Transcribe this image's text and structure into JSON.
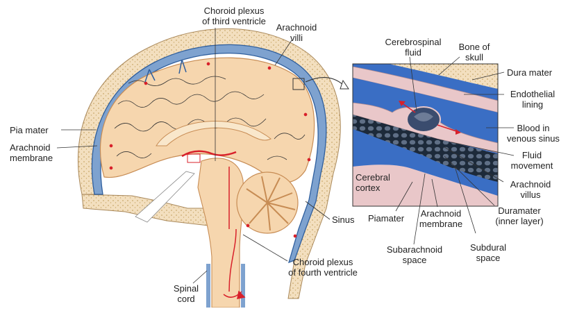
{
  "colors": {
    "skull": "#f3dfbf",
    "bone_dot": "#c9a96a",
    "csf_blue": "#7ea2cf",
    "csf_dark": "#2f5f9e",
    "brain": "#f6d6ae",
    "brain_shade": "#dcab78",
    "gyri_line": "#c78c54",
    "flow_red": "#d8202a",
    "inset_bg": "#3a6ec4",
    "dura_pink": "#e9c7c9"
  },
  "labels": {
    "choroid_third": [
      "Choroid plexus",
      "of third ventricle"
    ],
    "arachnoid_villi": [
      "Arachnoid",
      "villi"
    ],
    "pia_mater": "Pia mater",
    "arachnoid_membrane": [
      "Arachnoid",
      "membrane"
    ],
    "sinus": "Sinus",
    "choroid_fourth": [
      "Choroid plexus",
      "of fourth ventricle"
    ],
    "spinal_cord": [
      "Spinal",
      "cord"
    ],
    "csf": [
      "Cerebrospinal",
      "fluid"
    ],
    "bone_of_skull": [
      "Bone of",
      "skull"
    ],
    "dura_mater": "Dura mater",
    "endothelial_lining": [
      "Endothelial",
      "lining"
    ],
    "blood_venous_sinus": [
      "Blood in",
      "venous sinus"
    ],
    "fluid_movement": [
      "Fluid",
      "movement"
    ],
    "arachnoid_villus": [
      "Arachnoid",
      "villus"
    ],
    "cerebral_cortex": [
      "Cerebral",
      "cortex"
    ],
    "piamater": "Piamater",
    "arachnoid_membrane_inset": [
      "Arachnoid",
      "membrane"
    ],
    "duramater_inner": [
      "Duramater",
      "(inner layer)"
    ],
    "subarachnoid_space": [
      "Subarachnoid",
      "space"
    ],
    "subdural_space": [
      "Subdural",
      "space"
    ]
  }
}
